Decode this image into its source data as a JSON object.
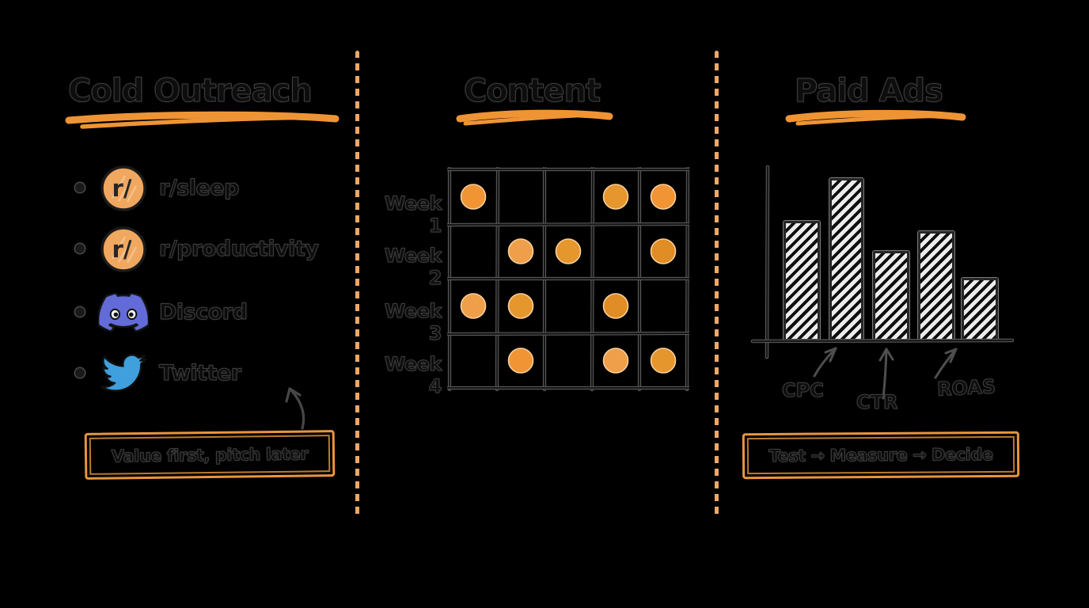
{
  "palette": {
    "background": "#000000",
    "accent_orange": "#ef9434",
    "dash_orange": "#eda869",
    "ink": "#111111",
    "bar_fill": "#ececec",
    "reddit_orange": "#f0a75f",
    "discord_blurple": "#636bd8",
    "twitter_blue": "#3fa0dd",
    "dot_oranges": [
      "#f09434",
      "#e08d25",
      "#ef9f49",
      "#e5962d"
    ]
  },
  "cold_outreach": {
    "title": "Cold Outreach",
    "items": [
      {
        "icon": "reddit-icon",
        "label": "r/sleep"
      },
      {
        "icon": "reddit-icon",
        "label": "r/productivity"
      },
      {
        "icon": "discord-icon",
        "label": "Discord"
      },
      {
        "icon": "twitter-icon",
        "label": "Twitter"
      }
    ],
    "callout": "Value first, pitch later"
  },
  "content": {
    "title": "Content",
    "calendar": {
      "row_labels": [
        "Week 1",
        "Week 2",
        "Week 3",
        "Week 4"
      ],
      "column_count": 5,
      "dots": [
        [
          1,
          0,
          0,
          1,
          1
        ],
        [
          0,
          1,
          1,
          0,
          1
        ],
        [
          1,
          1,
          0,
          1,
          0
        ],
        [
          0,
          1,
          0,
          1,
          1
        ]
      ]
    }
  },
  "paid_ads": {
    "title": "Paid Ads",
    "metrics": [
      "CPC",
      "CTR",
      "ROAS"
    ],
    "callout": "Test → Measure → Decide"
  },
  "chart_data": {
    "type": "bar",
    "x": [
      1,
      2,
      3,
      4,
      5
    ],
    "values": [
      65,
      89,
      48,
      59,
      33
    ],
    "ylim": [
      0,
      100
    ],
    "annotations": [
      "CPC",
      "CTR",
      "ROAS"
    ],
    "title": "Paid Ads",
    "xlabel": "",
    "ylabel": "",
    "legend": "none",
    "grid": "off",
    "style": "hand-drawn hatched bars, unlabeled axes"
  }
}
